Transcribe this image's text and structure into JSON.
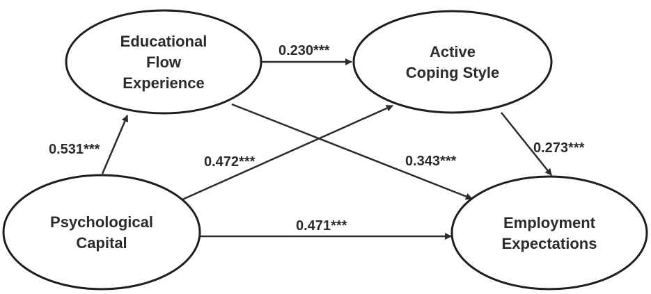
{
  "nodes": {
    "educational_flow": {
      "lines": [
        "Educational",
        "Flow",
        "Experience"
      ]
    },
    "active_coping": {
      "lines": [
        "Active",
        "Coping Style"
      ]
    },
    "psych_capital": {
      "lines": [
        "Psychological",
        "Capital"
      ]
    },
    "employment_expect": {
      "lines": [
        "Employment",
        "Expectations"
      ]
    }
  },
  "edges": {
    "psych_to_edu": "0.531***",
    "edu_to_coping": "0.230***",
    "psych_to_coping": "0.472***",
    "edu_to_employment": "0.343***",
    "coping_to_employment": "0.273***",
    "psych_to_employment": "0.471***"
  },
  "colors": {
    "stroke": "#1e1e1e",
    "text": "#2b2b2b",
    "background": "#ffffff"
  }
}
